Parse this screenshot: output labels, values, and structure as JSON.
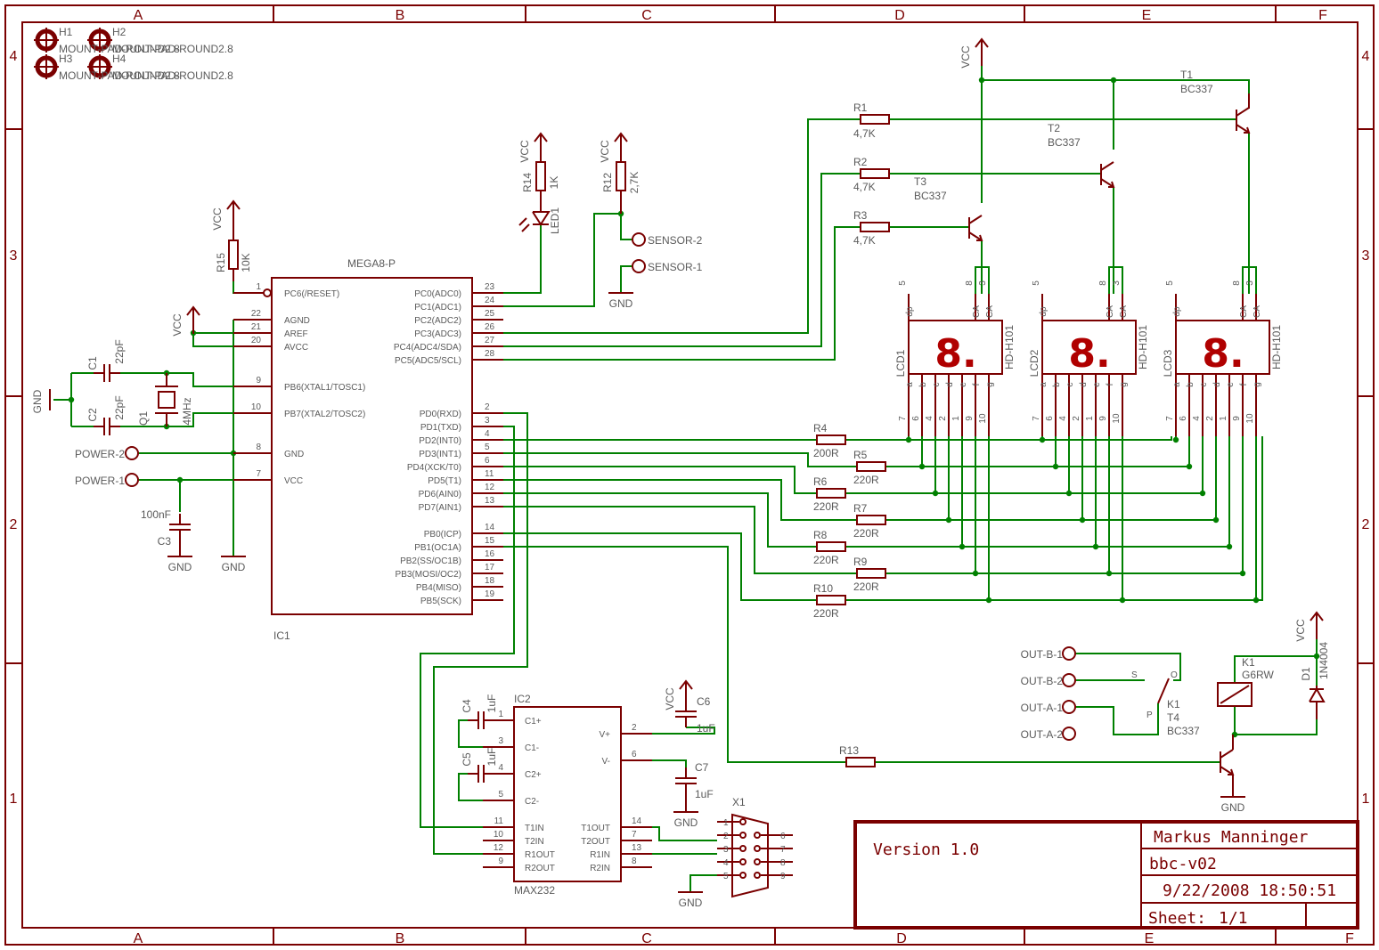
{
  "frame": {
    "columns": [
      "A",
      "B",
      "C",
      "D",
      "E",
      "F"
    ],
    "rows": [
      "4",
      "3",
      "2",
      "1"
    ]
  },
  "mount_holes": {
    "labels": [
      "H1",
      "H2",
      "H3",
      "H4"
    ],
    "value": "MOUNT-PAD-ROUND2.8"
  },
  "ic1": {
    "name": "IC1",
    "part": "MEGA8-P",
    "left_pins": [
      {
        "num": "1",
        "name": "PC6(/RESET)"
      },
      {
        "num": "22",
        "name": "AGND"
      },
      {
        "num": "21",
        "name": "AREF"
      },
      {
        "num": "20",
        "name": "AVCC"
      },
      {
        "num": "9",
        "name": "PB6(XTAL1/TOSC1)"
      },
      {
        "num": "10",
        "name": "PB7(XTAL2/TOSC2)"
      },
      {
        "num": "8",
        "name": "GND"
      },
      {
        "num": "7",
        "name": "VCC"
      }
    ],
    "right_pins": [
      {
        "num": "23",
        "name": "PC0(ADC0)"
      },
      {
        "num": "24",
        "name": "PC1(ADC1)"
      },
      {
        "num": "25",
        "name": "PC2(ADC2)"
      },
      {
        "num": "26",
        "name": "PC3(ADC3)"
      },
      {
        "num": "27",
        "name": "PC4(ADC4/SDA)"
      },
      {
        "num": "28",
        "name": "PC5(ADC5/SCL)"
      },
      {
        "num": "2",
        "name": "PD0(RXD)"
      },
      {
        "num": "3",
        "name": "PD1(TXD)"
      },
      {
        "num": "4",
        "name": "PD2(INT0)"
      },
      {
        "num": "5",
        "name": "PD3(INT1)"
      },
      {
        "num": "6",
        "name": "PD4(XCK/T0)"
      },
      {
        "num": "11",
        "name": "PD5(T1)"
      },
      {
        "num": "12",
        "name": "PD6(AIN0)"
      },
      {
        "num": "13",
        "name": "PD7(AIN1)"
      },
      {
        "num": "14",
        "name": "PB0(ICP)"
      },
      {
        "num": "15",
        "name": "PB1(OC1A)"
      },
      {
        "num": "16",
        "name": "PB2(SS/OC1B)"
      },
      {
        "num": "17",
        "name": "PB3(MOSI/OC2)"
      },
      {
        "num": "18",
        "name": "PB4(MISO)"
      },
      {
        "num": "19",
        "name": "PB5(SCK)"
      }
    ]
  },
  "ic2": {
    "name": "IC2",
    "part": "MAX232",
    "left_pins": [
      {
        "num": "1",
        "name": "C1+"
      },
      {
        "num": "3",
        "name": "C1-"
      },
      {
        "num": "4",
        "name": "C2+"
      },
      {
        "num": "5",
        "name": "C2-"
      },
      {
        "num": "11",
        "name": "T1IN"
      },
      {
        "num": "10",
        "name": "T2IN"
      },
      {
        "num": "12",
        "name": "R1OUT"
      },
      {
        "num": "9",
        "name": "R2OUT"
      }
    ],
    "right_pins": [
      {
        "num": "2",
        "name": "V+"
      },
      {
        "num": "6",
        "name": "V-"
      },
      {
        "num": "14",
        "name": "T1OUT"
      },
      {
        "num": "7",
        "name": "T2OUT"
      },
      {
        "num": "13",
        "name": "R1IN"
      },
      {
        "num": "8",
        "name": "R2IN"
      }
    ]
  },
  "parts": {
    "vcc": "VCC",
    "gnd": "GND",
    "r14": {
      "name": "R14",
      "value": "1K"
    },
    "r12": {
      "name": "R12",
      "value": "2,7K"
    },
    "r15": {
      "name": "R15",
      "value": "10K"
    },
    "led1": "LED1",
    "sensor2": "SENSOR-2",
    "sensor1": "SENSOR-1",
    "c1": {
      "name": "C1",
      "value": "22pF"
    },
    "c2": {
      "name": "C2",
      "value": "22pF"
    },
    "q1": {
      "name": "Q1",
      "value": "4MHz"
    },
    "c3": {
      "name": "C3",
      "value": "100nF"
    },
    "power2": "POWER-2",
    "power1": "POWER-1",
    "c4": {
      "name": "C4",
      "value": "1uF"
    },
    "c5": {
      "name": "C5",
      "value": "1uF"
    },
    "c6": {
      "name": "C6",
      "value": "1uF"
    },
    "c7": {
      "name": "C7",
      "value": "1uF"
    },
    "x1": {
      "name": "X1",
      "pins": [
        "1",
        "2",
        "3",
        "4",
        "5",
        "6",
        "7",
        "8",
        "9"
      ]
    },
    "r1": {
      "name": "R1",
      "value": "4,7K"
    },
    "r2": {
      "name": "R2",
      "value": "4,7K"
    },
    "r3": {
      "name": "R3",
      "value": "4,7K"
    },
    "t1": {
      "name": "T1",
      "value": "BC337"
    },
    "t2": {
      "name": "T2",
      "value": "BC337"
    },
    "t3": {
      "name": "T3",
      "value": "BC337"
    },
    "t4": {
      "name": "T4",
      "value": "BC337"
    },
    "r4": {
      "name": "R4",
      "value": "200R"
    },
    "r5": {
      "name": "R5",
      "value": "220R"
    },
    "r6": {
      "name": "R6",
      "value": "220R"
    },
    "r7": {
      "name": "R7",
      "value": "220R"
    },
    "r8": {
      "name": "R8",
      "value": "220R"
    },
    "r9": {
      "name": "R9",
      "value": "220R"
    },
    "r10": {
      "name": "R10",
      "value": "220R"
    },
    "r13": {
      "name": "R13"
    },
    "out_b1": "OUT-B-1",
    "out_b2": "OUT-B-2",
    "out_a1": "OUT-A-1",
    "out_a2": "OUT-A-2",
    "k1_coil": {
      "name": "K1",
      "value": "G6RW"
    },
    "k1_contact": {
      "name": "K1",
      "pins": [
        "S",
        "O",
        "P"
      ]
    },
    "d1": {
      "name": "D1",
      "value": "1N4004"
    }
  },
  "lcds": [
    {
      "name": "LCD1",
      "value": "HD-H101"
    },
    {
      "name": "LCD2",
      "value": "HD-H101"
    },
    {
      "name": "LCD3",
      "value": "HD-H101"
    }
  ],
  "lcd_pins": {
    "top_nums": [
      "5",
      "8",
      "3"
    ],
    "top_names": [
      "dp",
      "CA",
      "CA"
    ],
    "bottom_names": [
      "a",
      "b",
      "c",
      "d",
      "e",
      "f",
      "g"
    ],
    "bottom_nums": [
      "7",
      "6",
      "4",
      "2",
      "1",
      "9",
      "10"
    ],
    "digit": "8."
  },
  "title_block": {
    "version": "Version 1.0",
    "author": "Markus Manninger",
    "project": "bbc-v02",
    "datetime": "9/22/2008 18:50:51",
    "sheet_label": "Sheet:",
    "sheet_value": "1/1"
  }
}
